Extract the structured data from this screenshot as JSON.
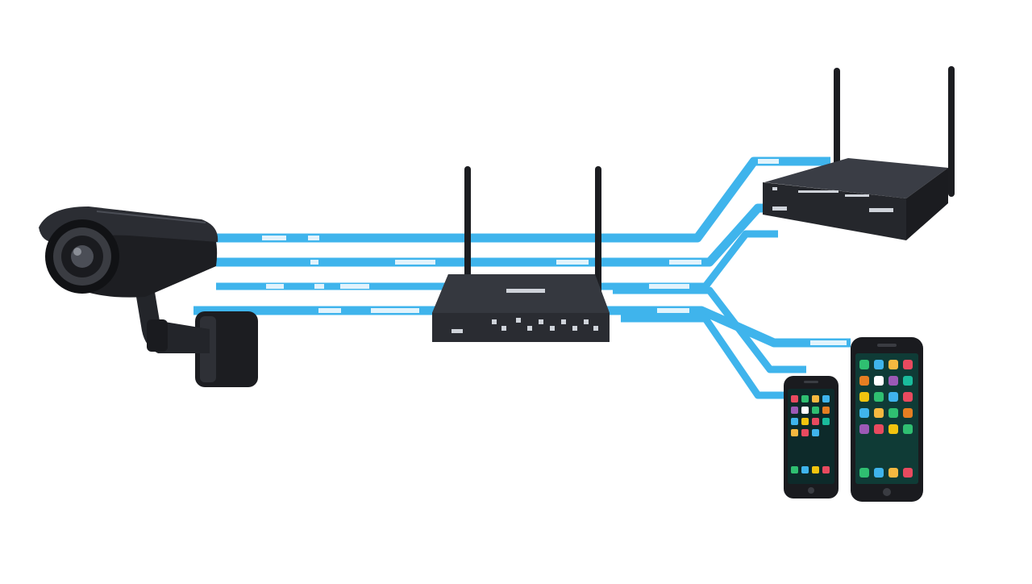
{
  "colors": {
    "background": "#ffffff",
    "link": "#3fb4ec",
    "device_dark": "#1c1d21",
    "device_body": "#2b2d33",
    "port_light": "#cfd3da",
    "screen_dark": "#0d2a2a"
  },
  "icons": {
    "camera": "security-camera",
    "router": "wifi-router",
    "nvr": "network-video-recorder",
    "phone": "smartphone"
  }
}
